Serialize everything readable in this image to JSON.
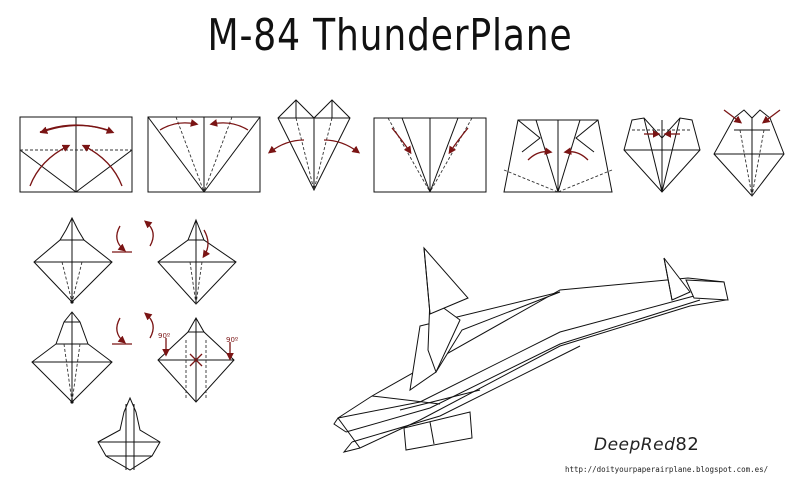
{
  "title": "M-84 ThunderPlane",
  "signature": {
    "name": "DeepRed",
    "number": "82"
  },
  "url": "http://doityourpaperairplane.blogspot.com.es/",
  "angle_labels": [
    "90º",
    "90º"
  ],
  "colors": {
    "line": "#111111",
    "arrow": "#7a1414",
    "background": "#ffffff"
  }
}
